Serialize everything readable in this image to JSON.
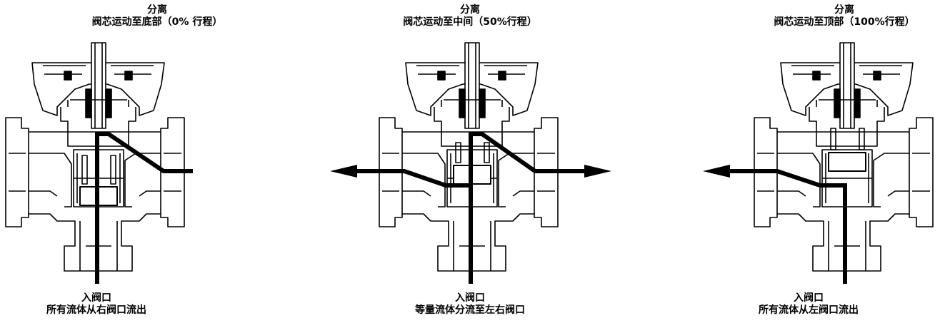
{
  "panels": [
    {
      "id": "bottom",
      "title": "分离",
      "subtitle": "阀芯运动至底部（0% 行程）",
      "inlet": "入阀口",
      "note": "所有流体从右阀口流出",
      "plug_travel": 0
    },
    {
      "id": "middle",
      "title": "分离",
      "subtitle": "阀芯运动至中间（50%行程）",
      "inlet": "入阀口",
      "note": "等量流体分流至左右阀口",
      "plug_travel": 50
    },
    {
      "id": "top",
      "title": "分离",
      "subtitle": "阀芯运动至顶部（100%行程）",
      "inlet": "入阀口",
      "note": "所有流体从左阀口流出",
      "plug_travel": 100
    }
  ]
}
